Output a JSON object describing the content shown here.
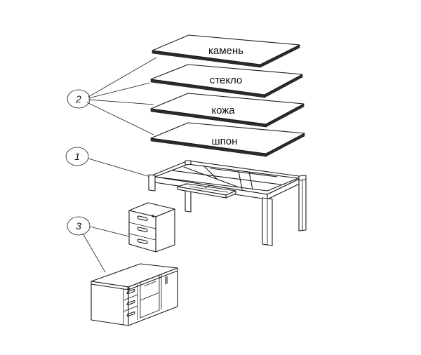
{
  "panels": [
    {
      "label": "камень"
    },
    {
      "label": "стекло"
    },
    {
      "label": "кожа"
    },
    {
      "label": "шпон"
    }
  ],
  "callouts": [
    {
      "number": "2"
    },
    {
      "number": "1"
    },
    {
      "number": "3"
    }
  ],
  "colors": {
    "line": "#1a1a1a",
    "background": "#ffffff"
  }
}
